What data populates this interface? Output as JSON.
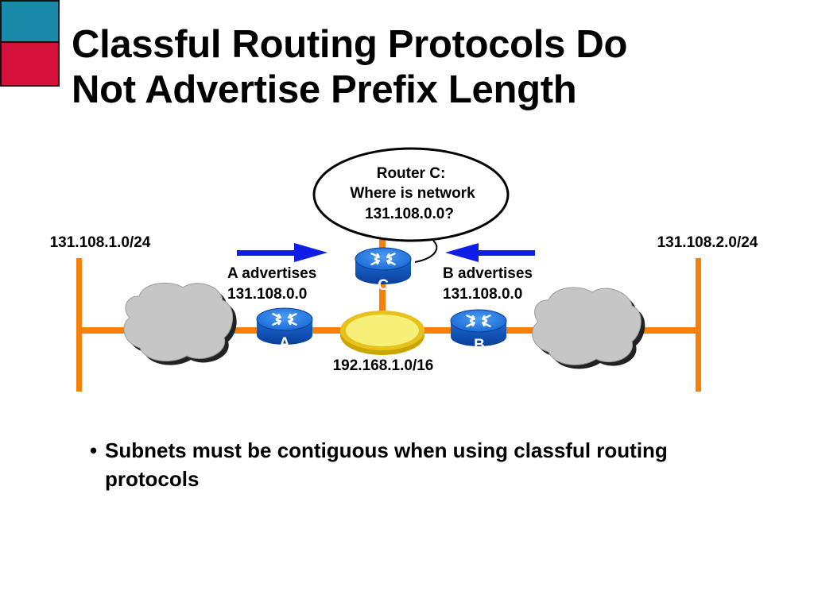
{
  "slide": {
    "title_line1": "Classful Routing Protocols Do",
    "title_line2": "Not Advertise Prefix Length",
    "bullet_marker": "•",
    "bullet_line1": "Subnets must be contiguous when using classful routing",
    "bullet_line2": "protocols"
  },
  "diagram": {
    "callout": {
      "line1": "Router C:",
      "line2": "Where is network",
      "line3": "131.108.0.0?"
    },
    "left_subnet": "131.108.1.0/24",
    "right_subnet": "131.108.2.0/24",
    "center_network": "192.168.1.0/16",
    "router_a": {
      "letter": "A",
      "advert_line1": "A advertises",
      "advert_line2": "131.108.0.0"
    },
    "router_b": {
      "letter": "B",
      "advert_line1": "B advertises",
      "advert_line2": "131.108.0.0"
    },
    "router_c": {
      "letter": "C"
    }
  },
  "colors": {
    "corner_blue": "#1a8aab",
    "corner_red": "#d6123c",
    "link_orange": "#f7800a",
    "router_blue": "#1a6bd6",
    "arrow_blue": "#0e1ee6",
    "cloud_gray": "#c6c6c6",
    "ring_yellow": "#f7f078"
  }
}
